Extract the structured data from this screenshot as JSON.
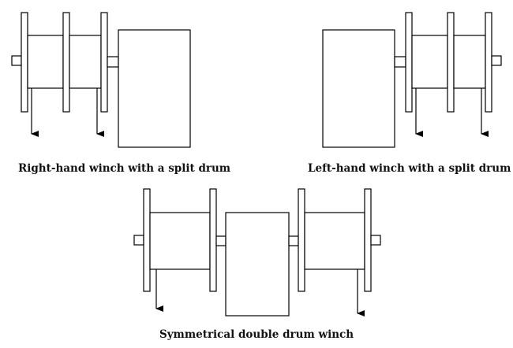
{
  "captions": {
    "right_hand": "Right-hand winch with a split drum",
    "left_hand": "Left-hand winch with a split drum",
    "symmetrical": "Symmetrical double drum winch"
  },
  "colors": {
    "line": "#000000",
    "background": "#ffffff"
  }
}
